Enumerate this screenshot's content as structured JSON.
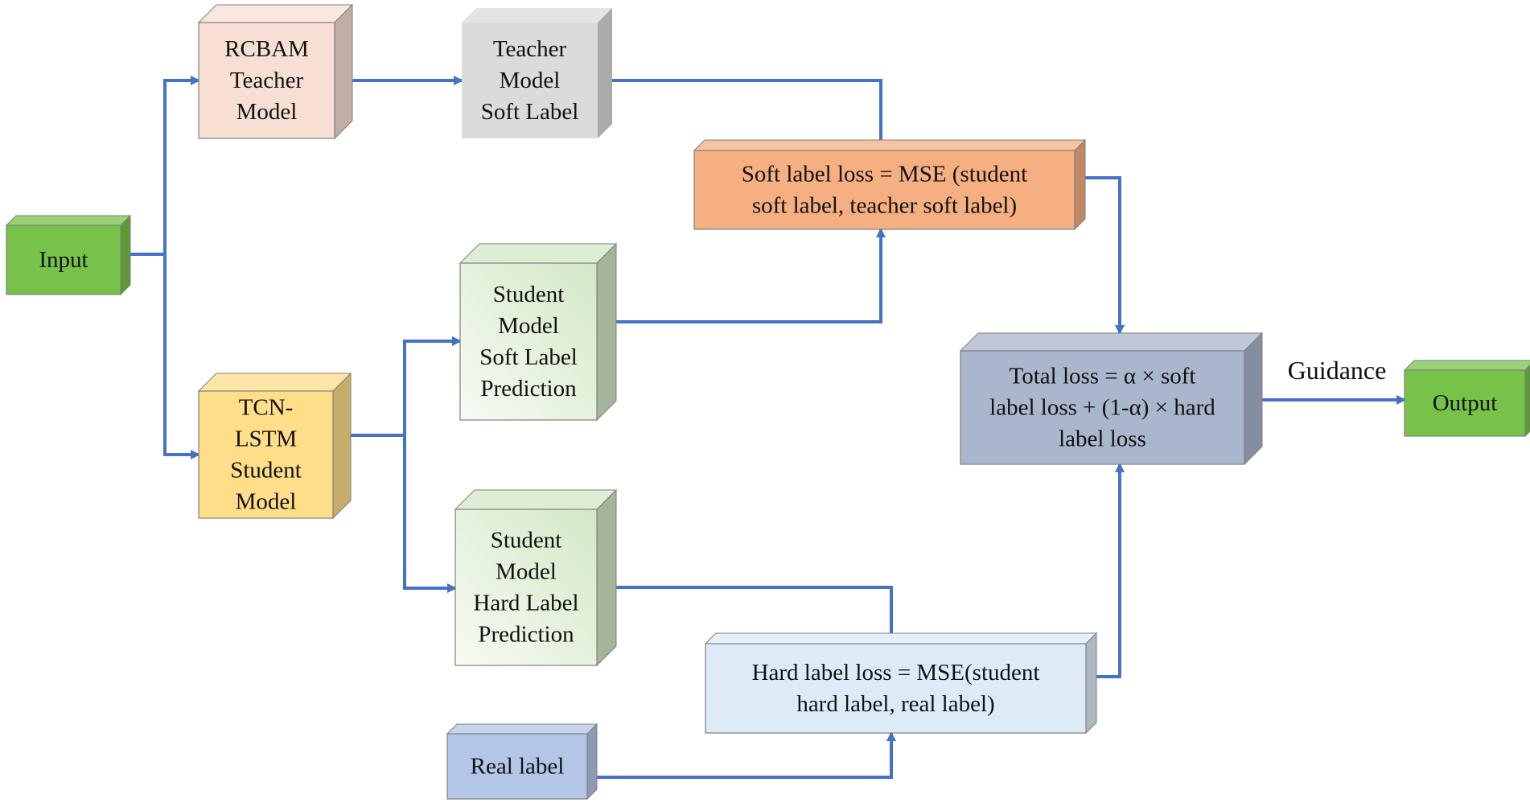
{
  "colors": {
    "connector": "#4472C4",
    "input": "#77C349",
    "teacher_model": "#F8DFD4",
    "teacher_soft_label": "#DBDBDB",
    "soft_loss": "#F5AF80",
    "student_model": "#FFDE8A",
    "student_prediction_light": "#F7FBF4",
    "student_prediction_dark": "#D3E8C6",
    "total_loss": "#AAB6CB",
    "output": "#77C349",
    "hard_loss": "#DDEBF7",
    "real_label": "#B3C6E7"
  },
  "nodes": {
    "input": {
      "label": [
        "Input"
      ]
    },
    "teacher_model": {
      "label": [
        "RCBAM",
        "Teacher",
        "Model"
      ]
    },
    "teacher_soft_label": {
      "label": [
        "Teacher",
        "Model",
        "Soft Label"
      ]
    },
    "soft_loss": {
      "label": [
        "Soft label loss = MSE (student",
        "soft label, teacher soft label)"
      ]
    },
    "student_model": {
      "label": [
        "TCN-",
        "LSTM",
        "Student",
        "Model"
      ]
    },
    "student_soft_prediction": {
      "label": [
        "Student",
        "Model",
        "Soft Label",
        "Prediction"
      ]
    },
    "student_hard_prediction": {
      "label": [
        "Student",
        "Model",
        "Hard Label",
        "Prediction"
      ]
    },
    "total_loss": {
      "label": [
        "Total loss = α × soft",
        "label loss + (1-α) × hard",
        "label loss"
      ]
    },
    "output": {
      "label": [
        "Output"
      ]
    },
    "hard_loss": {
      "label": [
        "Hard label loss = MSE(student",
        "hard label, real label)"
      ]
    },
    "real_label": {
      "label": [
        "Real label"
      ]
    }
  },
  "edges": [
    {
      "from": "input",
      "to": "teacher_model"
    },
    {
      "from": "input",
      "to": "student_model"
    },
    {
      "from": "teacher_model",
      "to": "teacher_soft_label"
    },
    {
      "from": "teacher_soft_label",
      "to": "soft_loss"
    },
    {
      "from": "student_model",
      "to": "student_soft_prediction"
    },
    {
      "from": "student_model",
      "to": "student_hard_prediction"
    },
    {
      "from": "student_soft_prediction",
      "to": "soft_loss"
    },
    {
      "from": "student_hard_prediction",
      "to": "hard_loss"
    },
    {
      "from": "real_label",
      "to": "hard_loss"
    },
    {
      "from": "soft_loss",
      "to": "total_loss"
    },
    {
      "from": "hard_loss",
      "to": "total_loss"
    },
    {
      "from": "total_loss",
      "to": "output",
      "label": "Guidance"
    }
  ]
}
